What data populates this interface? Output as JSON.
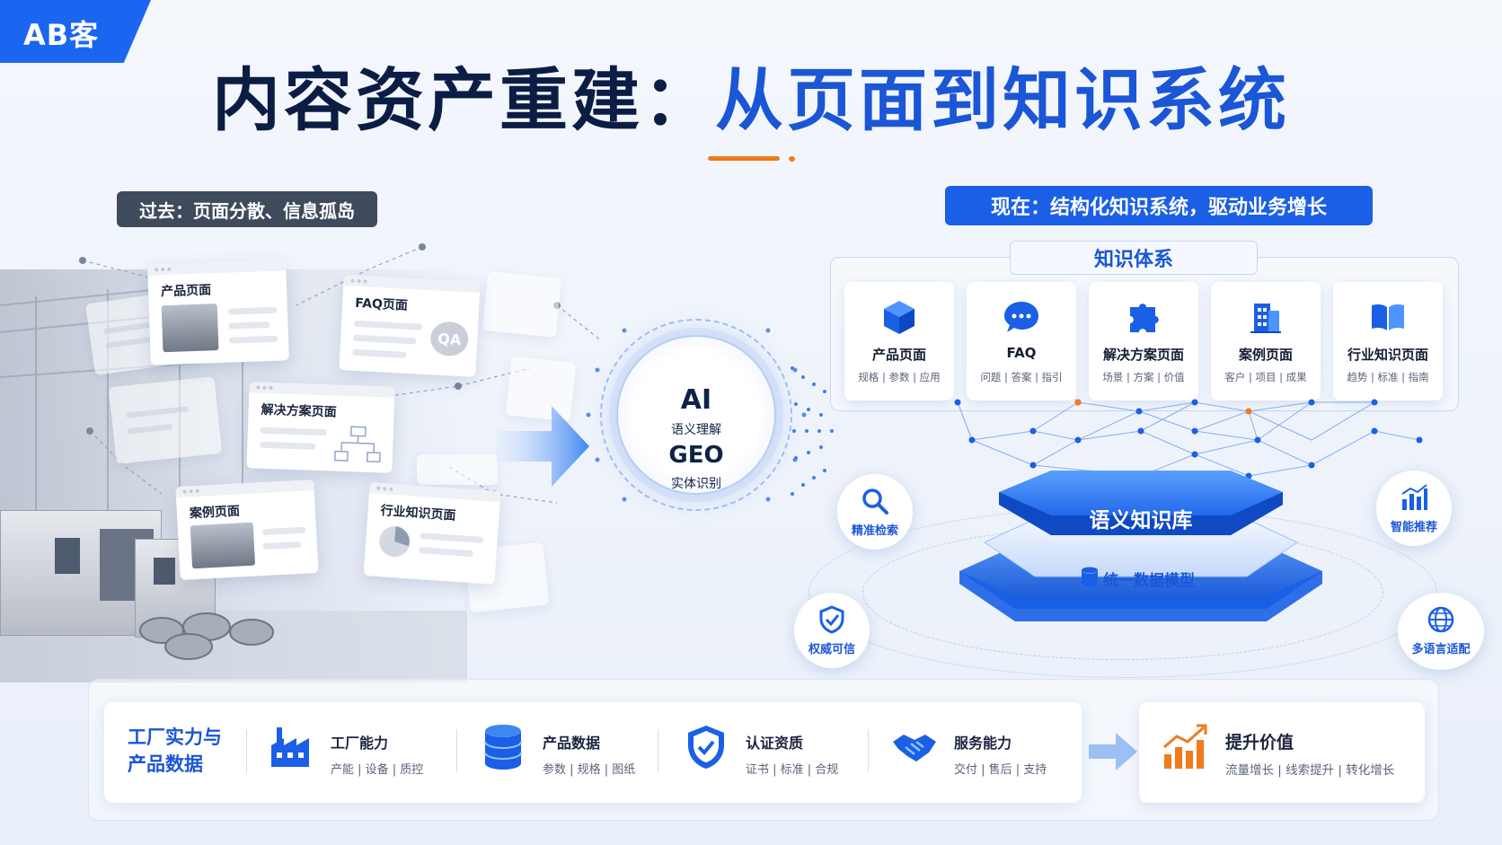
{
  "logo": "AB客",
  "title": {
    "part1": "内容资产重建：",
    "part2": "从页面到知识系统"
  },
  "past_label": "过去：页面分散、信息孤岛",
  "now_label": "现在：结构化知识系统，驱动业务增长",
  "past_pages": [
    {
      "name": "产品页面"
    },
    {
      "name": "FAQ页面",
      "badge": "QA"
    },
    {
      "name": "解决方案页面"
    },
    {
      "name": "案例页面"
    },
    {
      "name": "行业知识页面"
    }
  ],
  "ai_circle": {
    "l1": "AI",
    "l2": "语义理解",
    "l3": "GEO",
    "l4": "实体识别"
  },
  "knowledge_system": {
    "title": "知识体系",
    "cards": [
      {
        "name": "产品页面",
        "sub": "规格 | 参数 | 应用",
        "icon": "cube-icon"
      },
      {
        "name": "FAQ",
        "sub": "问题 | 答案 | 指引",
        "icon": "chat-icon"
      },
      {
        "name": "解决方案页面",
        "sub": "场景 | 方案 | 价值",
        "icon": "puzzle-icon"
      },
      {
        "name": "案例页面",
        "sub": "客户 | 项目 | 成果",
        "icon": "building-icon"
      },
      {
        "name": "行业知识页面",
        "sub": "趋势 | 标准 | 指南",
        "icon": "book-icon"
      }
    ]
  },
  "platform": {
    "top": "语义知识库",
    "bottom": "统一数据模型"
  },
  "features": [
    {
      "name": "精准检索",
      "icon": "search-icon"
    },
    {
      "name": "智能推荐",
      "icon": "bar-chart-icon"
    },
    {
      "name": "权威可信",
      "icon": "shield-check-icon"
    },
    {
      "name": "多语言适配",
      "icon": "globe-icon"
    }
  ],
  "bottom": {
    "heading_l1": "工厂实力与",
    "heading_l2": "产品数据",
    "items": [
      {
        "title": "工厂能力",
        "sub": "产能 | 设备 | 质控",
        "icon": "factory-icon"
      },
      {
        "title": "产品数据",
        "sub": "参数 | 规格 | 图纸",
        "icon": "database-icon"
      },
      {
        "title": "认证资质",
        "sub": "证书 | 标准 | 合规",
        "icon": "shield-icon"
      },
      {
        "title": "服务能力",
        "sub": "交付 | 售后 | 支持",
        "icon": "handshake-icon"
      }
    ],
    "result": {
      "title": "提升价值",
      "sub": "流量增长 | 线索提升 | 转化增长",
      "icon": "growth-chart-icon"
    }
  },
  "colors": {
    "primary": "#1a56d6",
    "accent": "#f07a1c",
    "dark": "#0b1d44"
  }
}
